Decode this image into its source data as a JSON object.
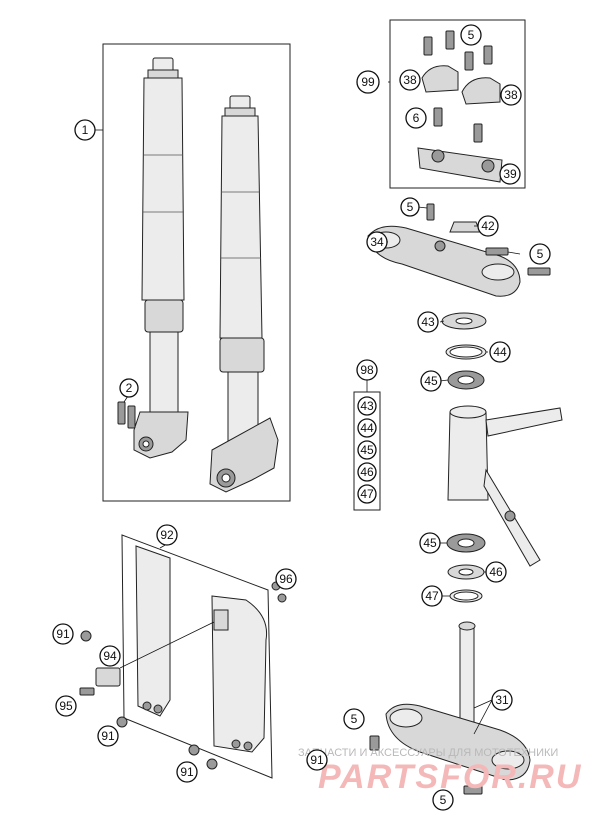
{
  "callouts": {
    "fork_assembly": "1",
    "fork_bolt": "2",
    "screw_top": "5",
    "handlebar_clamp": "99",
    "clamp_left": "38",
    "clamp_right": "38",
    "screw_clamp": "6",
    "clamp_bridge": "39",
    "screw_triple": "5",
    "nut": "42",
    "triple_clamp_top": "34",
    "screw_side": "5",
    "seal_ring": "43",
    "o_ring": "44",
    "bearing_top": "45",
    "kit": "98",
    "kit_43": "43",
    "kit_44": "44",
    "kit_45": "45",
    "kit_46": "46",
    "kit_47": "47",
    "bearing_bottom": "45",
    "seal_bottom": "46",
    "o_ring_bottom": "47",
    "fork_protector": "92",
    "screw_guard": "96",
    "screw_91_a": "91",
    "bracket": "94",
    "screw_95": "95",
    "screw_91_b": "91",
    "screw_91_c": "91",
    "screw_91_d": "91",
    "screw_bottom_left": "5",
    "lower_triple_clamp": "31",
    "screw_bottom_right": "5"
  },
  "watermark": {
    "tagline": "ЗАПЧАСТИ И АКСЕССУАРЫ ДЛЯ МОТОТЕХНИКИ",
    "logo": "PARTSFOR.RU"
  }
}
